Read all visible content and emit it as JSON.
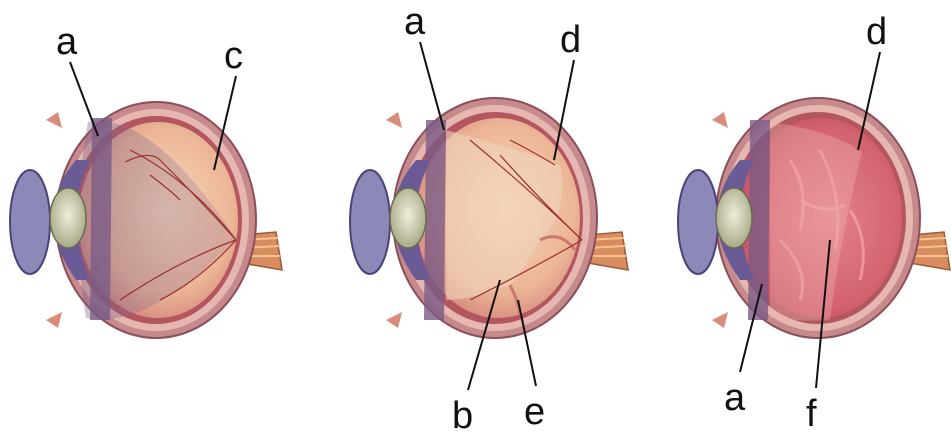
{
  "labels": {
    "left_a": "a",
    "left_c": "c",
    "mid_a": "a",
    "mid_d": "d",
    "mid_b": "b",
    "mid_e": "e",
    "right_d": "d",
    "right_a": "a",
    "right_f": "f"
  },
  "colors": {
    "sclera_outer": "#c78a8c",
    "sclera_band": "#e6b6b0",
    "choroid": "#b3565f",
    "retina_fill": "#f1c7a4",
    "vitreous_shadow": "#8e6d8e",
    "lens": "#cfd0b6",
    "cornea": "#8c88b8",
    "optic_nerve": "#d98c5f",
    "vessel": "#9b2f2f",
    "hemorrhage": "#d96b75",
    "ink": "#111111"
  }
}
